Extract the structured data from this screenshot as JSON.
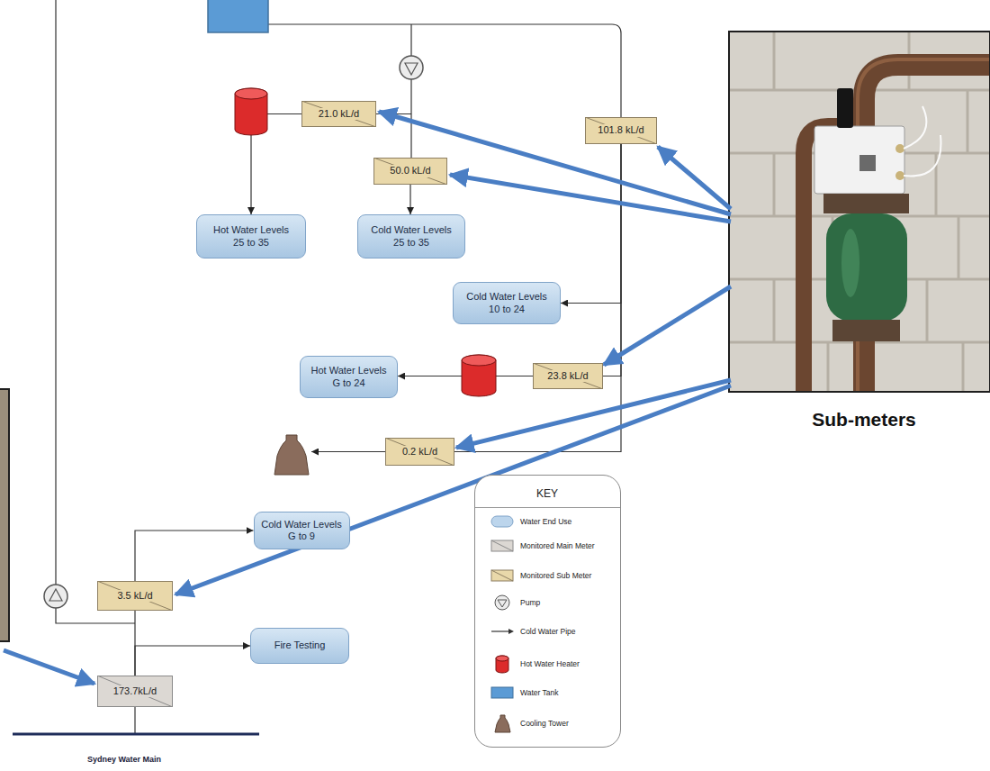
{
  "diagram": {
    "nodes": [
      {
        "text": [
          "21.0 kL/d"
        ]
      },
      {
        "text": [
          "101.8 kL/d"
        ]
      },
      {
        "text": [
          "50.0 kL/d"
        ]
      },
      {
        "text": [
          "Hot Water Levels 25 to 35"
        ]
      },
      {
        "text": [
          "Cold Water Levels 25 to 35"
        ]
      },
      {
        "text": [
          "Cold Water Levels 10 to 24"
        ]
      },
      {
        "text": [
          "Hot Water Levels G to 24"
        ]
      },
      {
        "text": [
          "23.8 kL/d"
        ]
      },
      {
        "text": [
          "0.2 kL/d"
        ]
      },
      {
        "text": [
          "Cold Water Levels G to 9"
        ]
      },
      {
        "text": [
          "3.5 kL/d"
        ]
      },
      {
        "text": [
          "Fire Testing"
        ]
      },
      {
        "text": [
          "173.7kL/d"
        ]
      }
    ],
    "edges": [
      {
        "from": 12,
        "to": 11,
        "arrow": "to"
      },
      {
        "from": 12,
        "to": 10,
        "arrow": "none"
      },
      {
        "from": 10,
        "to": 9,
        "arrow": "to"
      },
      {
        "from": 1,
        "to": 5,
        "arrow": "to"
      },
      {
        "from": 1,
        "to": 7,
        "arrow": "none"
      },
      {
        "from": 1,
        "to": 8,
        "arrow": "none"
      },
      {
        "from": 7,
        "to": 6,
        "arrow": "to"
      },
      {
        "from": 0,
        "to": 3,
        "arrow": "to"
      },
      {
        "from": 2,
        "to": 4,
        "arrow": "to"
      }
    ],
    "labels": [
      "Sydney Water Main",
      "KEY",
      "Sub-meters"
    ],
    "legend": [
      {
        "text": "Water End Use",
        "color": "#bcd5ec"
      },
      {
        "text": "Monitored Main Meter"
      },
      {
        "text": "Monitored Sub Meter"
      },
      {
        "text": "Pump"
      },
      {
        "text": "Cold Water Pipe"
      },
      {
        "text": "Hot Water Heater"
      },
      {
        "text": "Water Tank",
        "color": "#5b9bd5"
      },
      {
        "text": "Cooling Tower"
      }
    ]
  }
}
